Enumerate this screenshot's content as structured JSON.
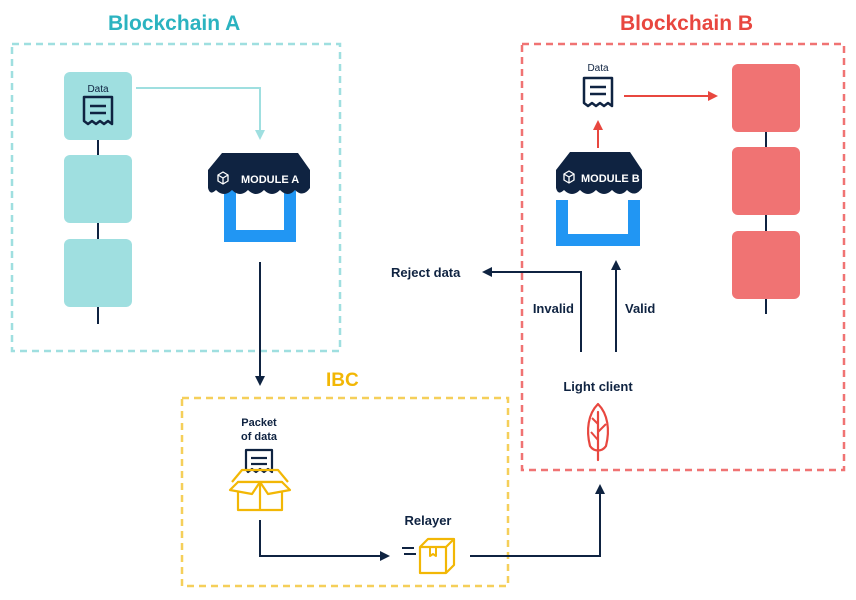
{
  "blockchain_a": {
    "title": "Blockchain A",
    "data_label": "Data",
    "module_label": "MODULE A"
  },
  "blockchain_b": {
    "title": "Blockchain B",
    "data_label": "Data",
    "module_label": "MODULE B",
    "light_client_label": "Light client"
  },
  "ibc": {
    "title": "IBC",
    "packet_label_line1": "Packet",
    "packet_label_line2": "of data",
    "relayer_label": "Relayer"
  },
  "decisions": {
    "reject_label": "Reject data",
    "invalid_label": "Invalid",
    "valid_label": "Valid"
  },
  "colors": {
    "teal": "#2bb3c0",
    "teal_block": "#9fdfe0",
    "red": "#e8473f",
    "red_block": "#f07373",
    "navy": "#0f2341",
    "blue": "#2196f3",
    "yellow": "#f2b705"
  }
}
